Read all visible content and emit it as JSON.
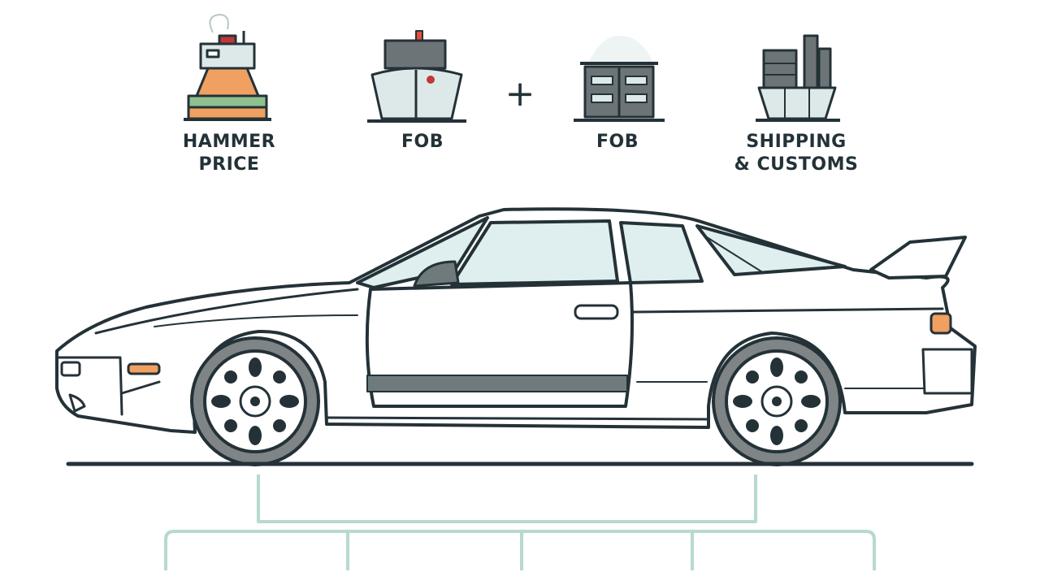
{
  "cost_items": [
    {
      "id": "hammer",
      "lines": [
        "HAMMER",
        "PRICE"
      ],
      "icon": "auction-hammer-stack-icon"
    },
    {
      "id": "fob-1",
      "lines": [
        "FOB"
      ],
      "icon": "cargo-ship-icon"
    },
    {
      "id": "fob-2",
      "lines": [
        "FOB"
      ],
      "icon": "shipping-container-icon"
    },
    {
      "id": "shipping",
      "lines": [
        "SHIPPING",
        "& CUSTOMS"
      ],
      "icon": "container-ship-icon"
    }
  ],
  "operator": "+",
  "colors": {
    "outline": "#243238",
    "glass": "#dfeeee",
    "body": "#ffffff",
    "tire": "#7f8486",
    "trim": "#6f7a7d",
    "accent_orange": "#f0a060",
    "accent_green": "#8fc18f",
    "accent_red": "#c2373a",
    "bracket": "#b7d9cf",
    "icon_gray": "#6d7478",
    "icon_light": "#dde9e9"
  }
}
